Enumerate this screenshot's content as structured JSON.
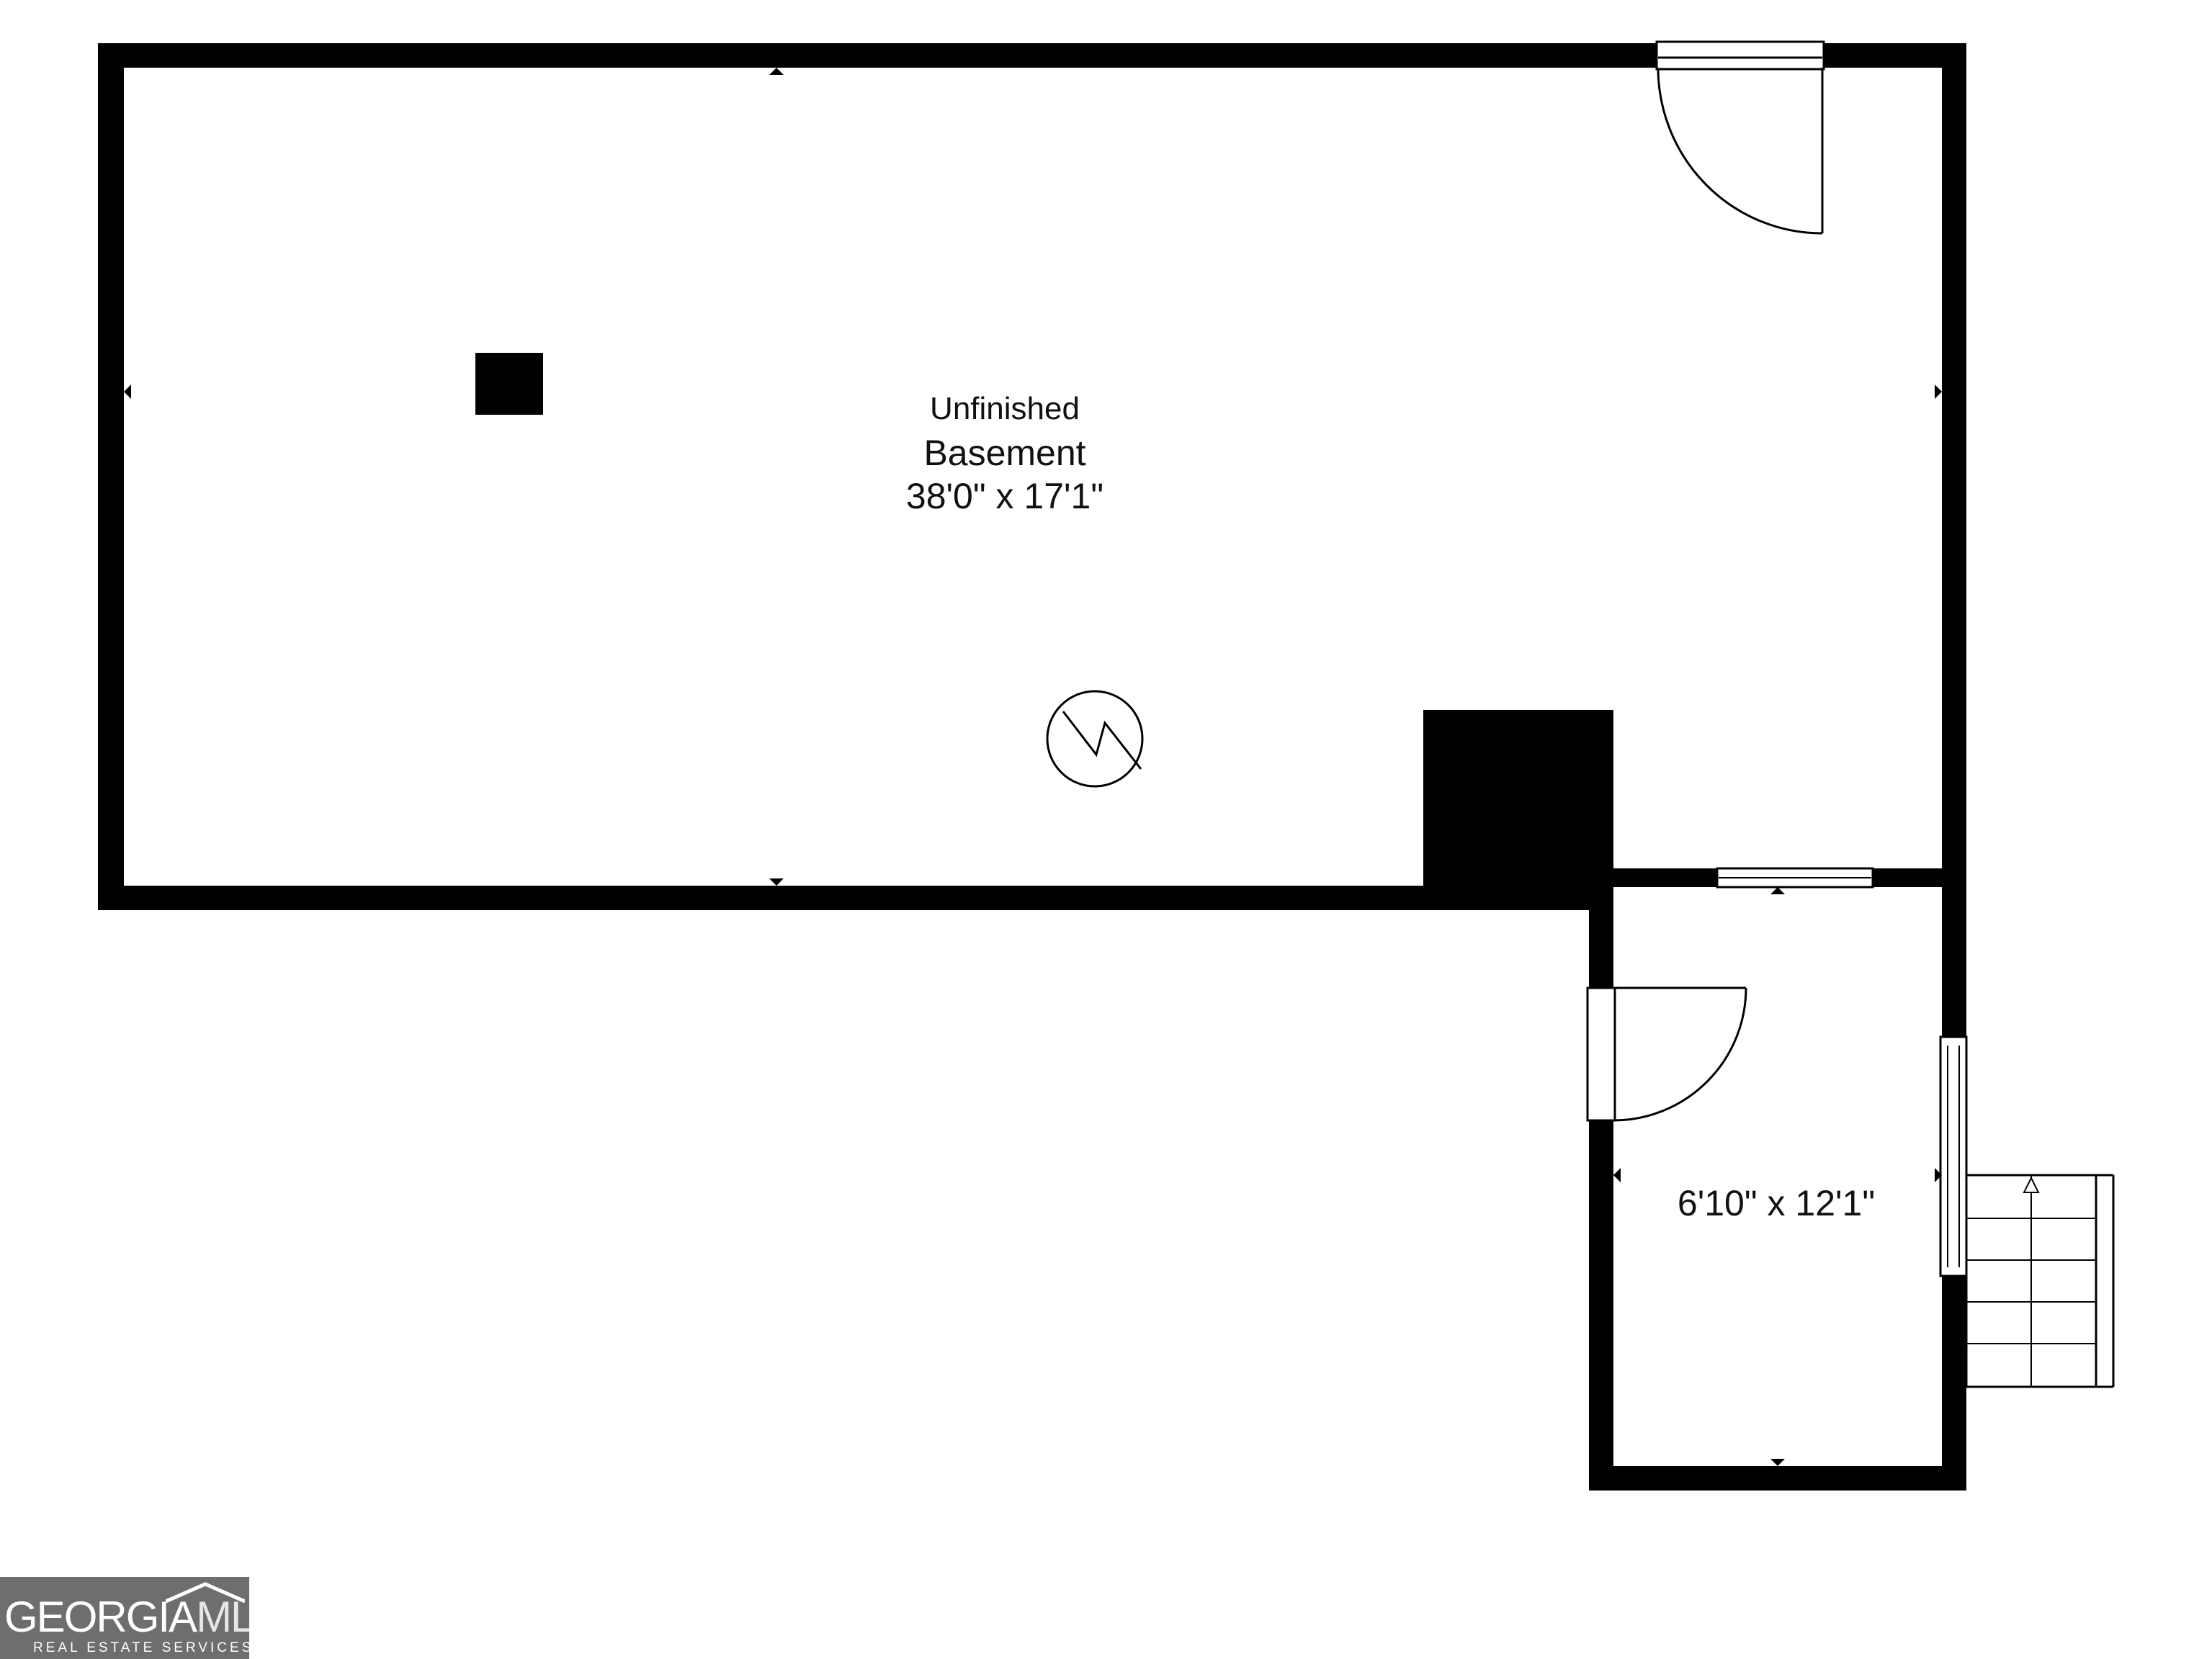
{
  "rooms": [
    {
      "name": "Unfinished",
      "name2": "Basement",
      "dims": "38'0\" x 17'1\""
    },
    {
      "name": "",
      "dims": "6'10\" x 12'1\""
    }
  ],
  "logo": {
    "main": "GEORGIA",
    "suffix": "MLS",
    "sub": "REAL ESTATE SERVICES"
  },
  "colors": {
    "wall": "#000000",
    "floor": "#ffffff",
    "logo_bg": "#6e6e6e"
  }
}
